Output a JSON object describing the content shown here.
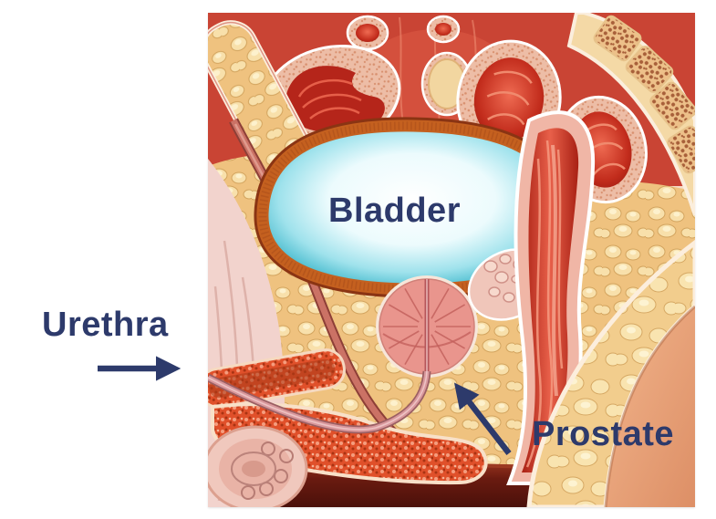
{
  "figure": {
    "labels": {
      "bladder": "Bladder",
      "urethra": "Urethra",
      "prostate": "Prostate"
    },
    "colors": {
      "label_text": "#2d3a6b",
      "arrow": "#2d3a6b",
      "bladder_center": "#ffffff",
      "bladder_teal_edge": "#2fb0c4",
      "bladder_wall_orange": "#c4601f",
      "fat_yellow": "#efc27f",
      "muscle_red": "#b5251a",
      "tissue_pink": "#f2d3cd",
      "spongy_orange": "#e0502a",
      "skin": "#eba57d",
      "background": "#ffffff"
    }
  }
}
